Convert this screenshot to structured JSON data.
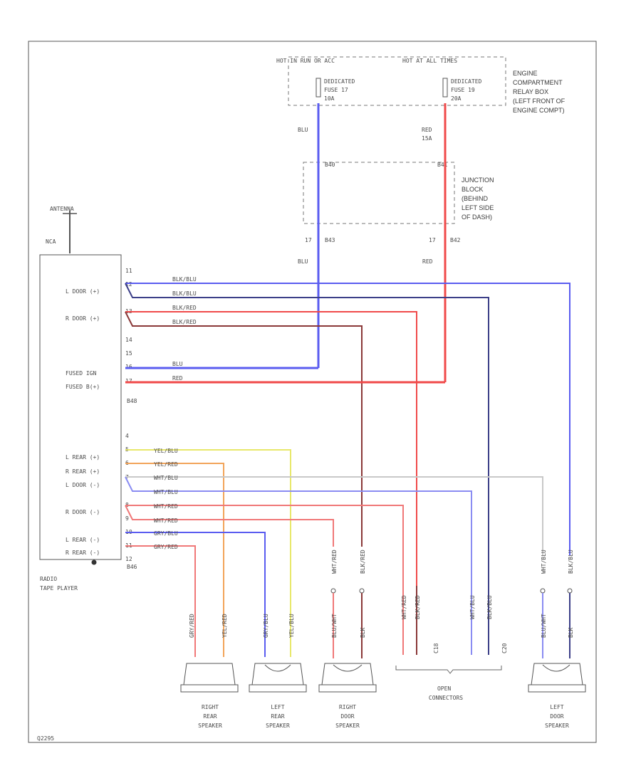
{
  "colors": {
    "blu": "#5a5cf0",
    "red": "#f04a4a",
    "blk_blu": "#3c3f88",
    "blk_red": "#8a3838",
    "yel": "#e8e86a",
    "org": "#f2a45a",
    "wht": "#c8c8c8",
    "frame": "#555555"
  },
  "labels": {
    "hot_run": "HOT IN RUN OR ACC",
    "hot_all": "HOT AT ALL TIMES",
    "fuse17": [
      "DEDICATED",
      "FUSE 17",
      "10A"
    ],
    "fuse19": [
      "DEDICATED",
      "FUSE 19",
      "20A"
    ],
    "engine_box": [
      "ENGINE",
      "COMPARTMENT",
      "RELAY BOX",
      "(LEFT FRONT OF",
      "ENGINE COMPT)"
    ],
    "junction_block": [
      "JUNCTION",
      "BLOCK",
      "(BEHIND",
      "LEFT SIDE",
      "OF DASH)"
    ],
    "wire_blu": "BLU",
    "wire_red": "RED",
    "red_size": "RED",
    "red_gauge": "15A",
    "conn_b40": "B40",
    "conn_b41": "B41",
    "conn_b42": "B42",
    "conn_b43": "B43",
    "pin_17a": "17",
    "pin_17b": "17",
    "antenna": "ANTENNA",
    "antenna_wire": "NCA",
    "radio_name": [
      "RADIO",
      "TAPE PLAYER"
    ],
    "conn_b48": "B48",
    "conn_b46": "B46",
    "pins_top": [
      "11",
      "12",
      "13",
      "14",
      "15",
      "16",
      "17"
    ],
    "pins_bottom": [
      "4",
      "5",
      "6",
      "7",
      "8",
      "9",
      "10",
      "11",
      "12"
    ],
    "radio_pins": [
      "L DOOR (+)",
      "R DOOR (+)",
      "FUSED IGN",
      "FUSED B(+)",
      "L REAR (+)",
      "R REAR (+)",
      "L DOOR (-)",
      "R DOOR (-)",
      "L REAR (-)",
      "R REAR (-)"
    ],
    "wires_top": [
      "BLK/BLU",
      "BLK/BLU",
      "BLK/RED",
      "BLK/RED",
      "BLU",
      "RED"
    ],
    "wires_bottom": [
      "YEL/BLU",
      "YEL/RED",
      "WHT/BLU",
      "WHT/BLU",
      "WHT/RED",
      "WHT/RED",
      "GRY/BLU",
      "GRY/RED"
    ],
    "speaker_wires_a": [
      "GRY/RED",
      "YEL/RED",
      "GRY/BLU",
      "YEL/BLU",
      "WHT/RED",
      "BLK/RED",
      "WHT/RED",
      "BLK/RED",
      "WHT/BLU",
      "BLK/BLU",
      "WHT/BLU",
      "BLK/BLU"
    ],
    "speaker_wires_b": [
      "GRY/RED",
      "YEL/RED",
      "GRY/BLU",
      "YEL/BLU",
      "BLU/WHT",
      "BLK",
      "BLU/WHT",
      "BLK"
    ],
    "speakers": [
      [
        "RIGHT",
        "REAR",
        "SPEAKER"
      ],
      [
        "LEFT",
        "REAR",
        "SPEAKER"
      ],
      [
        "RIGHT",
        "DOOR",
        "SPEAKER"
      ],
      [
        "LEFT",
        "DOOR",
        "SPEAKER"
      ]
    ],
    "open_conn": [
      "OPEN",
      "CONNECTORS"
    ],
    "conn_c18": "C18",
    "conn_c20": "C20",
    "figure_id": "Q2295"
  }
}
